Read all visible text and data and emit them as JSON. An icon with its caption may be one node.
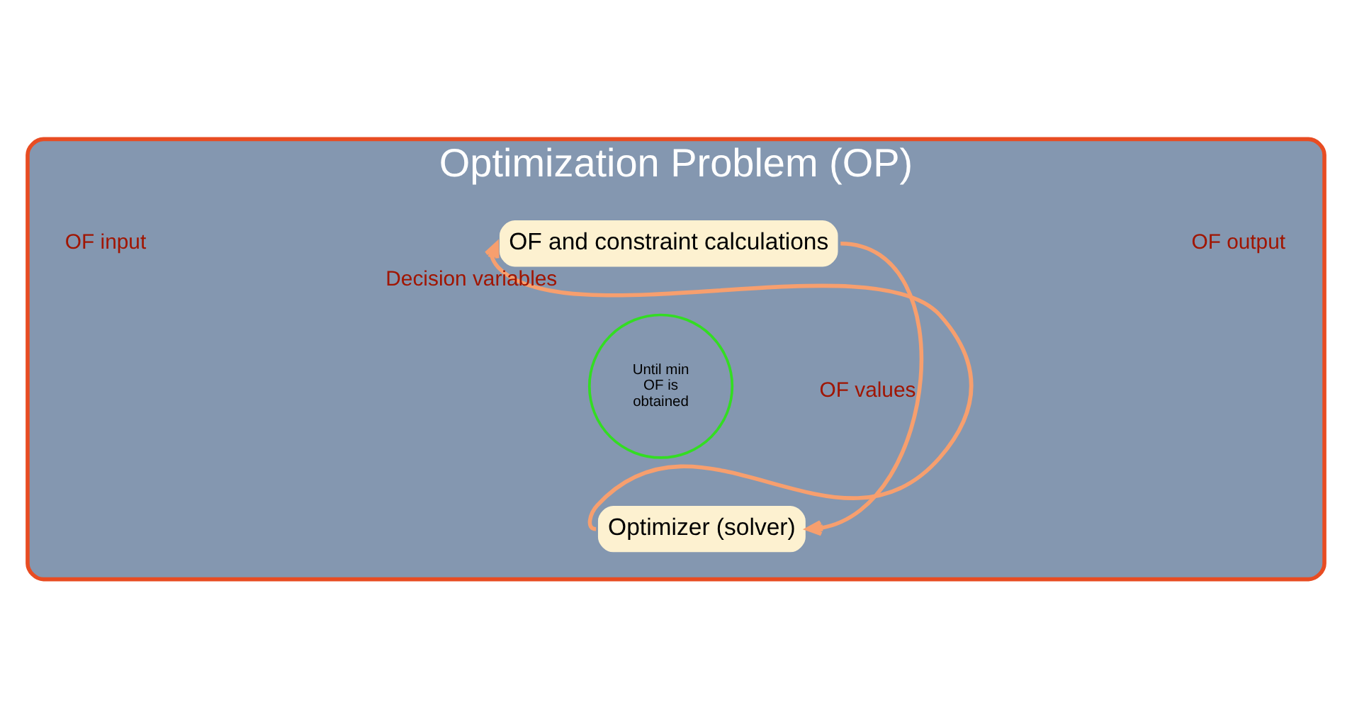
{
  "diagram": {
    "nodes": [
      {
        "text": [
          "Optimization Problem (OP)"
        ]
      },
      {
        "text": [
          "OF and constraint calculations"
        ],
        "in": 0
      },
      {
        "text": [
          "Until min OF is obtained"
        ],
        "in": 0
      },
      {
        "text": [
          "Optimizer (solver)"
        ],
        "in": 0
      }
    ],
    "edges": [
      {
        "from": 1,
        "to": 3,
        "arrow": "to",
        "label": "OF values"
      },
      {
        "from": 3,
        "to": 1,
        "arrow": "to",
        "label": "Decision variables"
      }
    ],
    "labels": [
      "OF output",
      "OF input"
    ]
  }
}
